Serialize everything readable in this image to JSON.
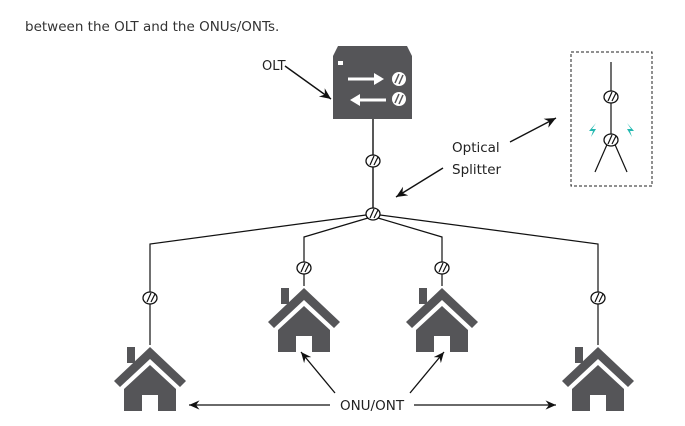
{
  "intro_text": "between the OLT and the ONUs/ONTs.",
  "labels": {
    "olt": "OLT",
    "splitter_line1": "Optical",
    "splitter_line2": "Splitter",
    "onu": "ONU/ONT"
  },
  "colors": {
    "device": "#555558",
    "line": "#111111",
    "signal": "#22b8b0"
  },
  "icons": [
    "olt-device-icon",
    "splitter-icon",
    "house-icon",
    "signal-icon",
    "arrow-icon"
  ]
}
